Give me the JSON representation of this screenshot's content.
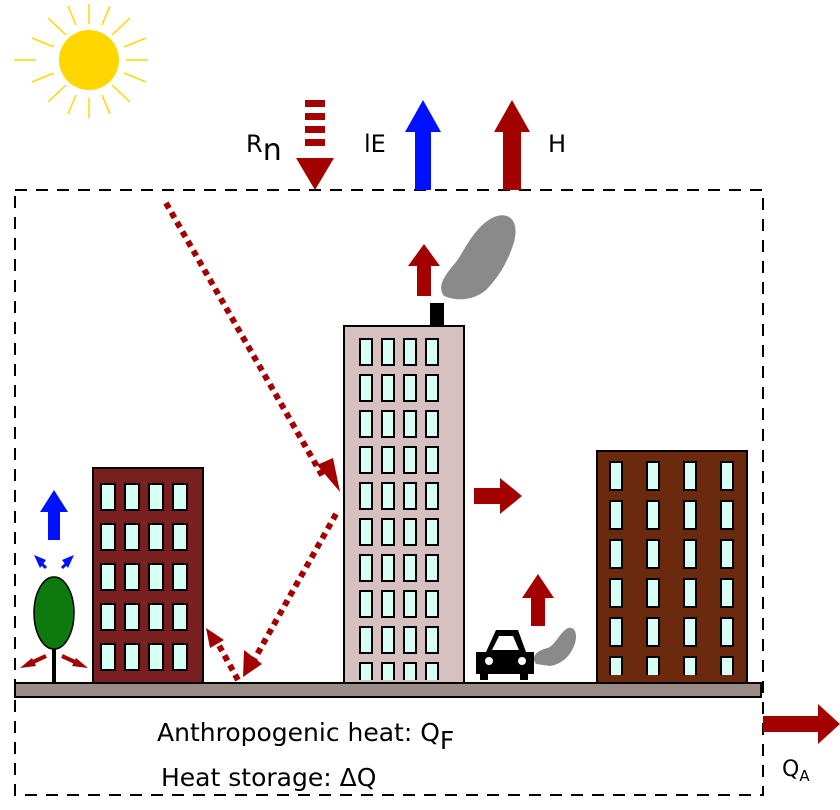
{
  "labels": {
    "rn_main": "R",
    "rn_sub": "n",
    "le": "lE",
    "h": "H",
    "qa_main": "Q",
    "qa_sub": "A",
    "anthropogenic_prefix": "Anthropogenic heat: Q",
    "anthropogenic_sub": "F",
    "storage": "Heat storage: ΔQ"
  },
  "colors": {
    "heat": "#a30000",
    "latent": "#0011ff",
    "sun": "#ffd700",
    "building_tall": "#d7c0c0",
    "building_left": "#7a1f1f",
    "building_right": "#6b2a0d",
    "window": "#d8fff6",
    "tree": "#0e7a0e",
    "smoke": "#8a8a8a",
    "ground": "#9c8c88"
  },
  "icons": {
    "sun": "sun-icon",
    "tree": "tree-icon",
    "car": "car-icon",
    "smoke": "smoke-cloud-icon"
  }
}
